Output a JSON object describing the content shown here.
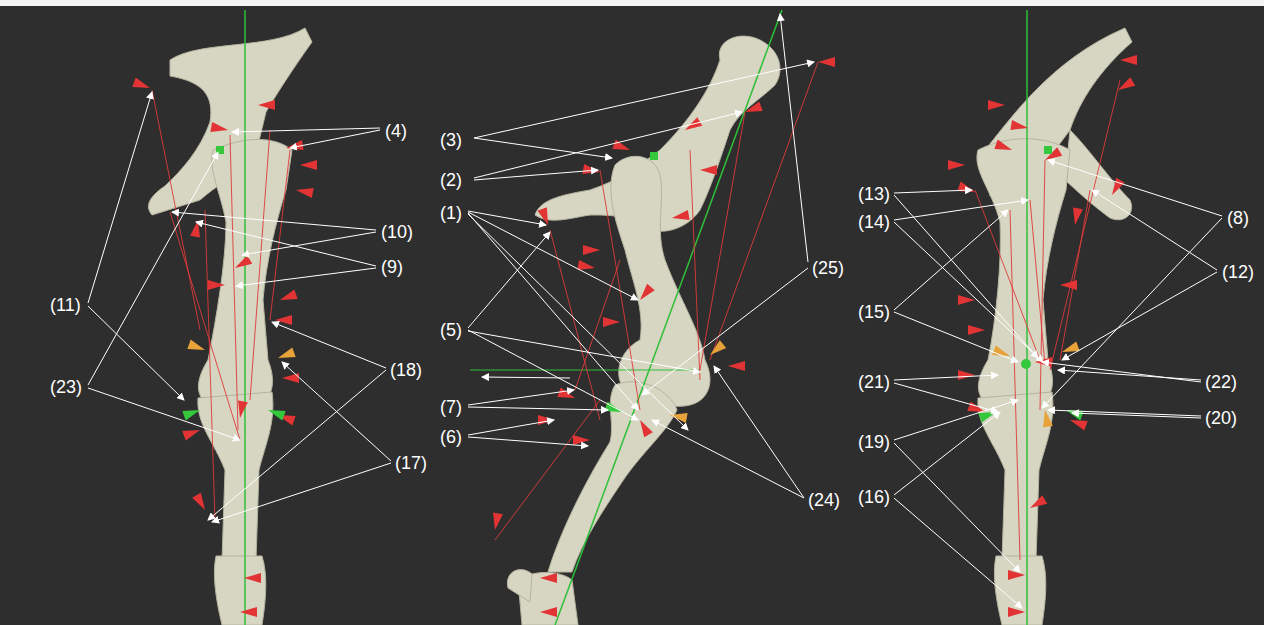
{
  "diagram": {
    "labels": [
      "(4)",
      "(10)",
      "(9)",
      "(11)",
      "(23)",
      "(18)",
      "(17)",
      "(3)",
      "(2)",
      "(1)",
      "(5)",
      "(7)",
      "(6)",
      "(25)",
      "(24)",
      "(13)",
      "(14)",
      "(15)",
      "(21)",
      "(19)",
      "(16)",
      "(8)",
      "(12)",
      "(22)",
      "(20)"
    ]
  }
}
